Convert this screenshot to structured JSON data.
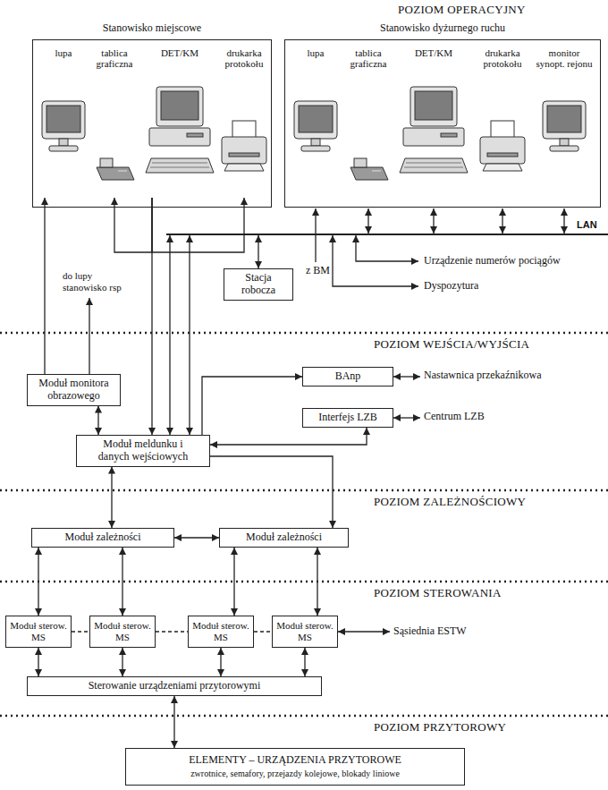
{
  "diagram": {
    "nodes": [
      {
        "text": [
          "Stanowisko miejscowe"
        ]
      },
      {
        "text": [
          "lupa"
        ],
        "in": 0
      },
      {
        "text": [
          "tablica graficzna"
        ],
        "in": 0
      },
      {
        "text": [
          "DET/KM"
        ],
        "in": 0
      },
      {
        "text": [
          "drukarka protokołu"
        ],
        "in": 0
      },
      {
        "text": [
          "Stanowisko dyżurnego ruchu"
        ]
      },
      {
        "text": [
          "lupa"
        ],
        "in": 5
      },
      {
        "text": [
          "tablica graficzna"
        ],
        "in": 5
      },
      {
        "text": [
          "DET/KM"
        ],
        "in": 5
      },
      {
        "text": [
          "drukarka protokołu"
        ],
        "in": 5
      },
      {
        "text": [
          "monitor synopt. rejonu"
        ],
        "in": 5
      },
      {
        "text": [
          "Stacja robocza"
        ]
      },
      {
        "text": [
          "Moduł monitora obrazowego"
        ]
      },
      {
        "text": [
          "Moduł meldunku i danych wejściowych"
        ]
      },
      {
        "text": [
          "BAnp"
        ]
      },
      {
        "text": [
          "Interfejs LZB"
        ]
      },
      {
        "text": [
          "Moduł zależności"
        ]
      },
      {
        "text": [
          "Moduł zależności"
        ]
      },
      {
        "text": [
          "Moduł sterow. MS"
        ]
      },
      {
        "text": [
          "Moduł sterow. MS"
        ]
      },
      {
        "text": [
          "Moduł sterow. MS"
        ]
      },
      {
        "text": [
          "Moduł sterow. MS"
        ]
      },
      {
        "text": [
          "Sterowanie urządzeniami przytorowymi"
        ]
      },
      {
        "text": [
          "ELEMENTY – URZĄDZENIA PRZYTOROWE",
          "zwrotnice, semafory, przejazdy kolejowe, blokady liniowe"
        ]
      }
    ],
    "edges": [
      {
        "from": 3,
        "to": 2,
        "arrow": "to"
      },
      {
        "from": 3,
        "to": 4,
        "arrow": "to"
      },
      {
        "from": 12,
        "to": 1,
        "arrow": "to"
      },
      {
        "from": 3,
        "to": 13,
        "arrow": "to"
      },
      {
        "from": 12,
        "to": 13,
        "arrow": "both"
      },
      {
        "from": 13,
        "to": 14,
        "arrow": "to"
      },
      {
        "from": 15,
        "to": 13,
        "arrow": "both"
      },
      {
        "from": 13,
        "to": 17,
        "arrow": "to"
      },
      {
        "from": 13,
        "to": 16,
        "arrow": "both"
      },
      {
        "from": 16,
        "to": 17,
        "arrow": "both"
      },
      {
        "from": 16,
        "to": 18,
        "arrow": "both"
      },
      {
        "from": 16,
        "to": 19,
        "arrow": "both"
      },
      {
        "from": 17,
        "to": 20,
        "arrow": "both"
      },
      {
        "from": 17,
        "to": 21,
        "arrow": "both"
      },
      {
        "from": 18,
        "to": 19,
        "arrow": "none"
      },
      {
        "from": 19,
        "to": 20,
        "arrow": "none"
      },
      {
        "from": 20,
        "to": 21,
        "arrow": "none"
      },
      {
        "from": 18,
        "to": 22,
        "arrow": "both"
      },
      {
        "from": 19,
        "to": 22,
        "arrow": "both"
      },
      {
        "from": 20,
        "to": 22,
        "arrow": "both"
      },
      {
        "from": 21,
        "to": 22,
        "arrow": "both"
      },
      {
        "from": 22,
        "to": 23,
        "arrow": "both"
      }
    ],
    "labels": [
      "POZIOM OPERACYJNY",
      "z BM",
      "LAN",
      "do lupy stanowisko rsp",
      "Urządzenie numerów pociągów",
      "Dyspozytura",
      "POZIOM WEJŚCIA/WYJŚCIA",
      "Nastawnica przekaźnikowa",
      "Centrum LZB",
      "POZIOM ZALEŻNOŚCIOWY",
      "POZIOM STEROWANIA",
      "Sąsiednia ESTW",
      "POZIOM PRZYTOROWY"
    ]
  }
}
